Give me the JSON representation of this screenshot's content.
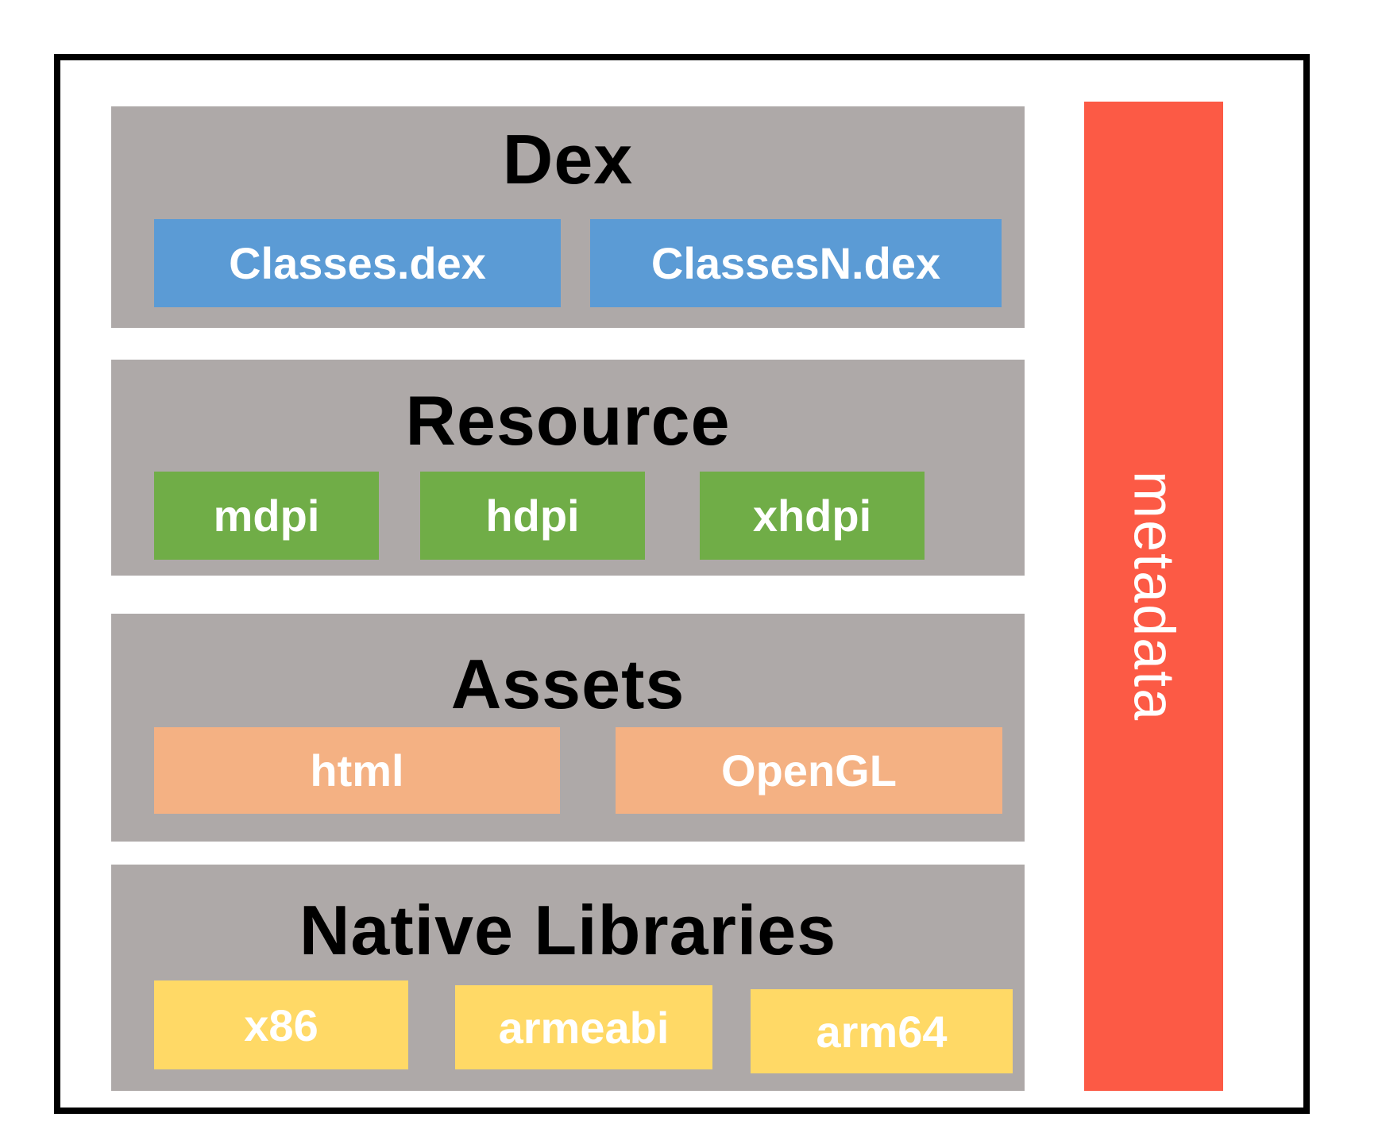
{
  "sections": [
    {
      "title": "Dex",
      "boxes": [
        {
          "label": "Classes.dex"
        },
        {
          "label": "ClassesN.dex"
        }
      ]
    },
    {
      "title": "Resource",
      "boxes": [
        {
          "label": "mdpi"
        },
        {
          "label": "hdpi"
        },
        {
          "label": "xhdpi"
        }
      ]
    },
    {
      "title": "Assets",
      "boxes": [
        {
          "label": "html"
        },
        {
          "label": "OpenGL"
        }
      ]
    },
    {
      "title": "Native Libraries",
      "boxes": [
        {
          "label": "x86"
        },
        {
          "label": "armeabi"
        },
        {
          "label": "arm64"
        }
      ]
    }
  ],
  "sidebar": {
    "label": "metadata"
  },
  "colors": {
    "section_bg": "#aea9a8",
    "dex_box": "#5b9bd5",
    "resource_box": "#70ad47",
    "assets_box": "#f4b183",
    "native_box": "#ffd966",
    "metadata_bar": "#fc5a45",
    "title_text": "#000000",
    "box_text": "#ffffff",
    "frame_border": "#000000"
  }
}
